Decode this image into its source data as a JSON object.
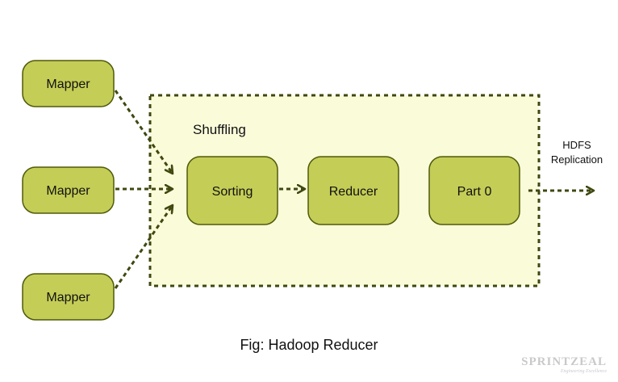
{
  "diagram": {
    "mappers": [
      {
        "label": "Mapper"
      },
      {
        "label": "Mapper"
      },
      {
        "label": "Mapper"
      }
    ],
    "shuffle_label": "Shuffling",
    "sorting_label": "Sorting",
    "reducer_label": "Reducer",
    "part_label": "Part 0",
    "output_label_line1": "HDFS",
    "output_label_line2": "Replication",
    "caption": "Fig: Hadoop Reducer"
  },
  "watermark": {
    "brand": "SPRINTZEAL",
    "tagline": "Engineering Excellence"
  },
  "colors": {
    "node_fill": "#c4cd56",
    "node_stroke": "#4e5a0a",
    "box_fill": "#fafbd9",
    "arrow": "#404810"
  }
}
